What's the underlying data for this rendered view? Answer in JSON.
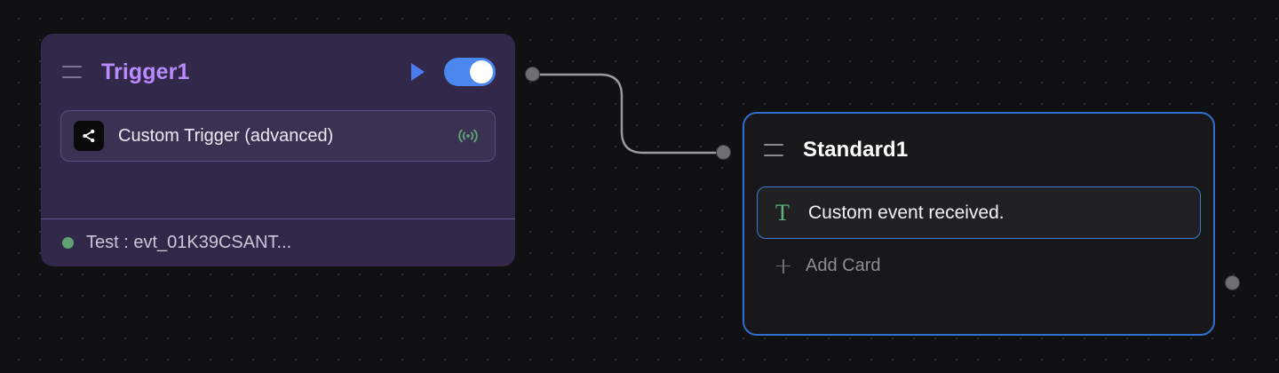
{
  "canvas": {
    "background_color": "#111113",
    "grid_dot_color": "#2a2a2e"
  },
  "nodes": [
    {
      "id": "trigger1",
      "title": "Trigger1",
      "title_color": "#b98bff",
      "body_color": "#32294a",
      "drag_handle_icon": "drag-handle-icon",
      "run_button_icon": "play-icon",
      "toggle": {
        "icon": "toggle-switch-on",
        "state": "on",
        "accent_color": "#4a88ef"
      },
      "inner_card": {
        "app_icon": "share-nodes-icon",
        "label": "Custom Trigger (advanced)",
        "trailing_icon": "broadcast-signal-icon",
        "trailing_icon_color": "#5fa374"
      },
      "footer": {
        "status_icon": "status-dot-icon",
        "status_color": "#5fa374",
        "status_text": "Test : evt_01K39CSANT..."
      }
    },
    {
      "id": "standard1",
      "title": "Standard1",
      "title_color": "#ffffff",
      "body_color": "#18181a",
      "border_color": "#2f6fd0",
      "drag_handle_icon": "drag-handle-icon",
      "cards": [
        {
          "icon": "text-type-icon",
          "icon_color": "#63b37e",
          "label": "Custom event received."
        }
      ],
      "add_card": {
        "icon": "plus-icon",
        "label": "Add Card"
      }
    }
  ],
  "ports": [
    {
      "name": "trigger-output-port",
      "color": "#6e6e73"
    },
    {
      "name": "standard-input-port",
      "color": "#6e6e73"
    },
    {
      "name": "standard-output-port",
      "color": "#6e6e73"
    }
  ],
  "edges": [
    {
      "from": "trigger-output-port",
      "to": "standard-input-port",
      "color": "#9b9ba1",
      "style": "curved"
    }
  ]
}
